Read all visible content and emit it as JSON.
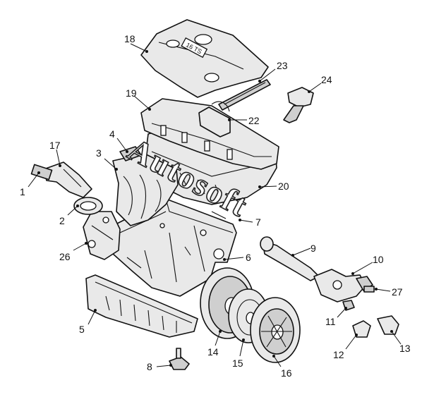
{
  "watermark": "Autosoft",
  "cover_badge": "16 TS",
  "callouts": [
    {
      "id": "1",
      "label": "1"
    },
    {
      "id": "2",
      "label": "2"
    },
    {
      "id": "3",
      "label": "3"
    },
    {
      "id": "4",
      "label": "4"
    },
    {
      "id": "5",
      "label": "5"
    },
    {
      "id": "6",
      "label": "6"
    },
    {
      "id": "7",
      "label": "7"
    },
    {
      "id": "8",
      "label": "8"
    },
    {
      "id": "9",
      "label": "9"
    },
    {
      "id": "10",
      "label": "10"
    },
    {
      "id": "11",
      "label": "11"
    },
    {
      "id": "12",
      "label": "12"
    },
    {
      "id": "13",
      "label": "13"
    },
    {
      "id": "14",
      "label": "14"
    },
    {
      "id": "15",
      "label": "15"
    },
    {
      "id": "16",
      "label": "16"
    },
    {
      "id": "17",
      "label": "17"
    },
    {
      "id": "18",
      "label": "18"
    },
    {
      "id": "19",
      "label": "19"
    },
    {
      "id": "20",
      "label": "20"
    },
    {
      "id": "22",
      "label": "22"
    },
    {
      "id": "23",
      "label": "23"
    },
    {
      "id": "24",
      "label": "24"
    },
    {
      "id": "26",
      "label": "26"
    },
    {
      "id": "27",
      "label": "27"
    }
  ]
}
